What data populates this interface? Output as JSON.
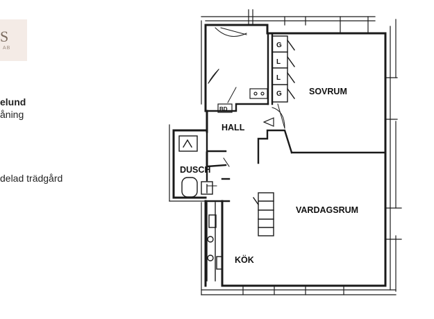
{
  "logo": {
    "letter": "S",
    "subtext": "AB"
  },
  "info": {
    "line1": "elund",
    "line2": "åning",
    "line3": "delad trädgård"
  },
  "rooms": {
    "sovrum": "SOVRUM",
    "hall": "HALL",
    "dusch": "DUSCH",
    "vardagsrum": "VARDAGSRUM",
    "kok": "KÖK"
  },
  "wardrobe_labels": [
    "G",
    "L",
    "L",
    "G"
  ],
  "bench_label": "BD"
}
